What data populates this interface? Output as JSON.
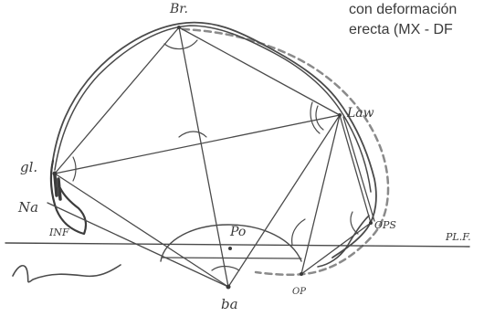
{
  "caption": {
    "line1": "con deformación",
    "line2": "erecta (MX - DF"
  },
  "landmarks": {
    "br": "Br.",
    "law": "Law",
    "gl": "gl.",
    "na": "Na",
    "inf": "INF",
    "po": "Po",
    "ba": "ba",
    "op": "OP",
    "ops": "OPS",
    "plf": "PL.F."
  },
  "colors": {
    "ink": "#3a3a3a",
    "outline": "#4a4a4a",
    "dashed_outline": "#8a8a8a"
  }
}
